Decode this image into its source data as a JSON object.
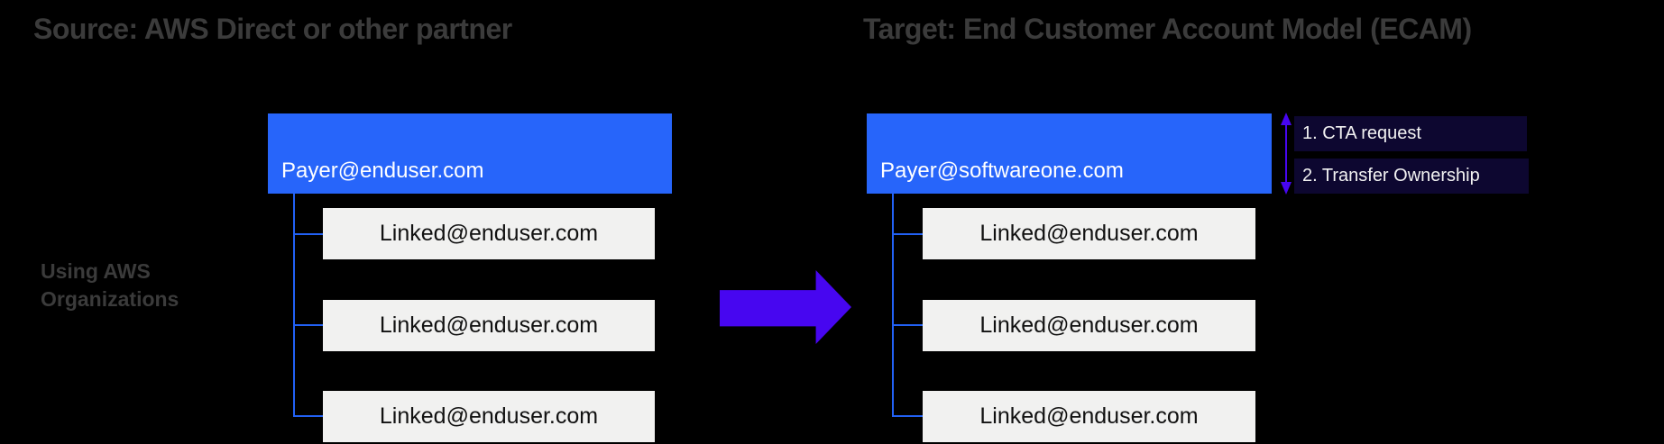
{
  "source_section": {
    "title": "Source: AWS Direct or other partner",
    "org_label": "Using AWS Organizations",
    "payer": "Payer@enduser.com",
    "linked_accounts": [
      "Linked@enduser.com",
      "Linked@enduser.com",
      "Linked@enduser.com"
    ]
  },
  "target_section": {
    "title": "Target: End Customer Account Model (ECAM)",
    "payer": "Payer@softwareone.com",
    "linked_accounts": [
      "Linked@enduser.com",
      "Linked@enduser.com",
      "Linked@enduser.com"
    ]
  },
  "annotations": {
    "steps": [
      "1. CTA request",
      "2. Transfer Ownership"
    ]
  },
  "colors": {
    "bg": "#000000",
    "title-gray": "#3b3b3b",
    "payer-blue": "#2765fa",
    "connector-blue": "#2261f5",
    "linked-bg": "#f1f1f0",
    "linked-text": "#111111",
    "arrow-violet": "#4706f0",
    "label-bg": "#0d0730",
    "label-text": "#f2f2f2",
    "payer-text": "#ffffff"
  }
}
